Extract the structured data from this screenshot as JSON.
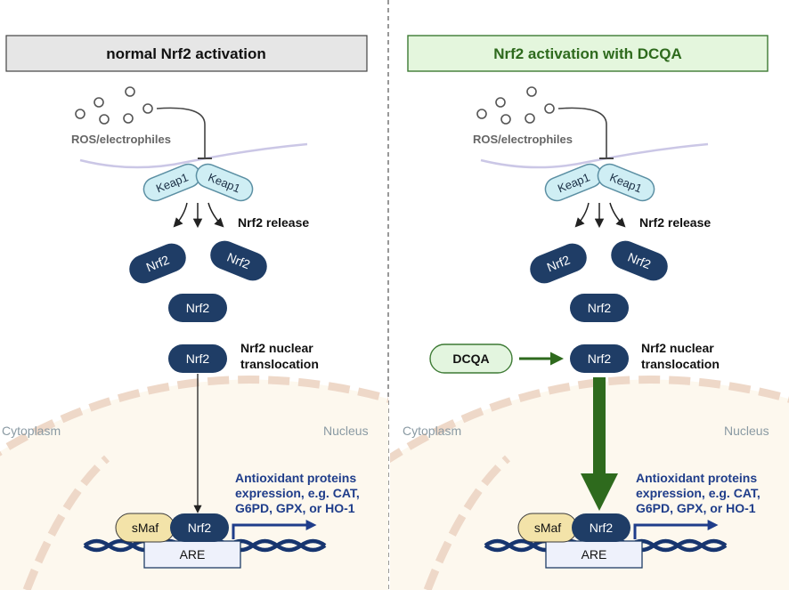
{
  "panels": [
    {
      "title": "normal Nrf2 activation",
      "ros_label": "ROS/electrophiles",
      "keap1": [
        "Keap1",
        "Keap1"
      ],
      "release_label": "Nrf2 release",
      "nrf2": [
        "Nrf2",
        "Nrf2",
        "Nrf2",
        "Nrf2",
        "Nrf2"
      ],
      "translocation_label": [
        "Nrf2 nuclear",
        "translocation"
      ],
      "cytoplasm_label": "Cytoplasm",
      "nucleus_label": "Nucleus",
      "smaf": "sMaf",
      "are": "ARE",
      "expression_label": [
        "Antioxidant proteins",
        "expression, e.g. CAT,",
        "G6PD, GPX, or HO-1"
      ]
    },
    {
      "title": "Nrf2 activation with DCQA",
      "ros_label": "ROS/electrophiles",
      "keap1": [
        "Keap1",
        "Keap1"
      ],
      "release_label": "Nrf2 release",
      "nrf2": [
        "Nrf2",
        "Nrf2",
        "Nrf2",
        "Nrf2",
        "Nrf2"
      ],
      "translocation_label": [
        "Nrf2 nuclear",
        "translocation"
      ],
      "dcqa": "DCQA",
      "cytoplasm_label": "Cytoplasm",
      "nucleus_label": "Nucleus",
      "smaf": "sMaf",
      "are": "ARE",
      "expression_label": [
        "Antioxidant proteins",
        "expression, e.g. CAT,",
        "G6PD, GPX, or HO-1"
      ]
    }
  ],
  "colors": {
    "nrf2_fill": "#1f3d66",
    "keap1_fill": "#cfeef4",
    "keap1_stroke": "#5b8fa3",
    "smaf_fill": "#f3e3a9",
    "dcqa_fill": "#e3f5df",
    "dcqa_stroke": "#3d7a34",
    "green_arrow": "#2e6a1d",
    "blue_text": "#1f3d8a",
    "title_gray_fill": "#e6e6e6",
    "title_green_fill": "#e4f6dd",
    "title_green_stroke": "#3d7a34",
    "nucleus_fill": "#fdf8ee",
    "envelope": "#eed8c8",
    "dna": "#17356f"
  }
}
